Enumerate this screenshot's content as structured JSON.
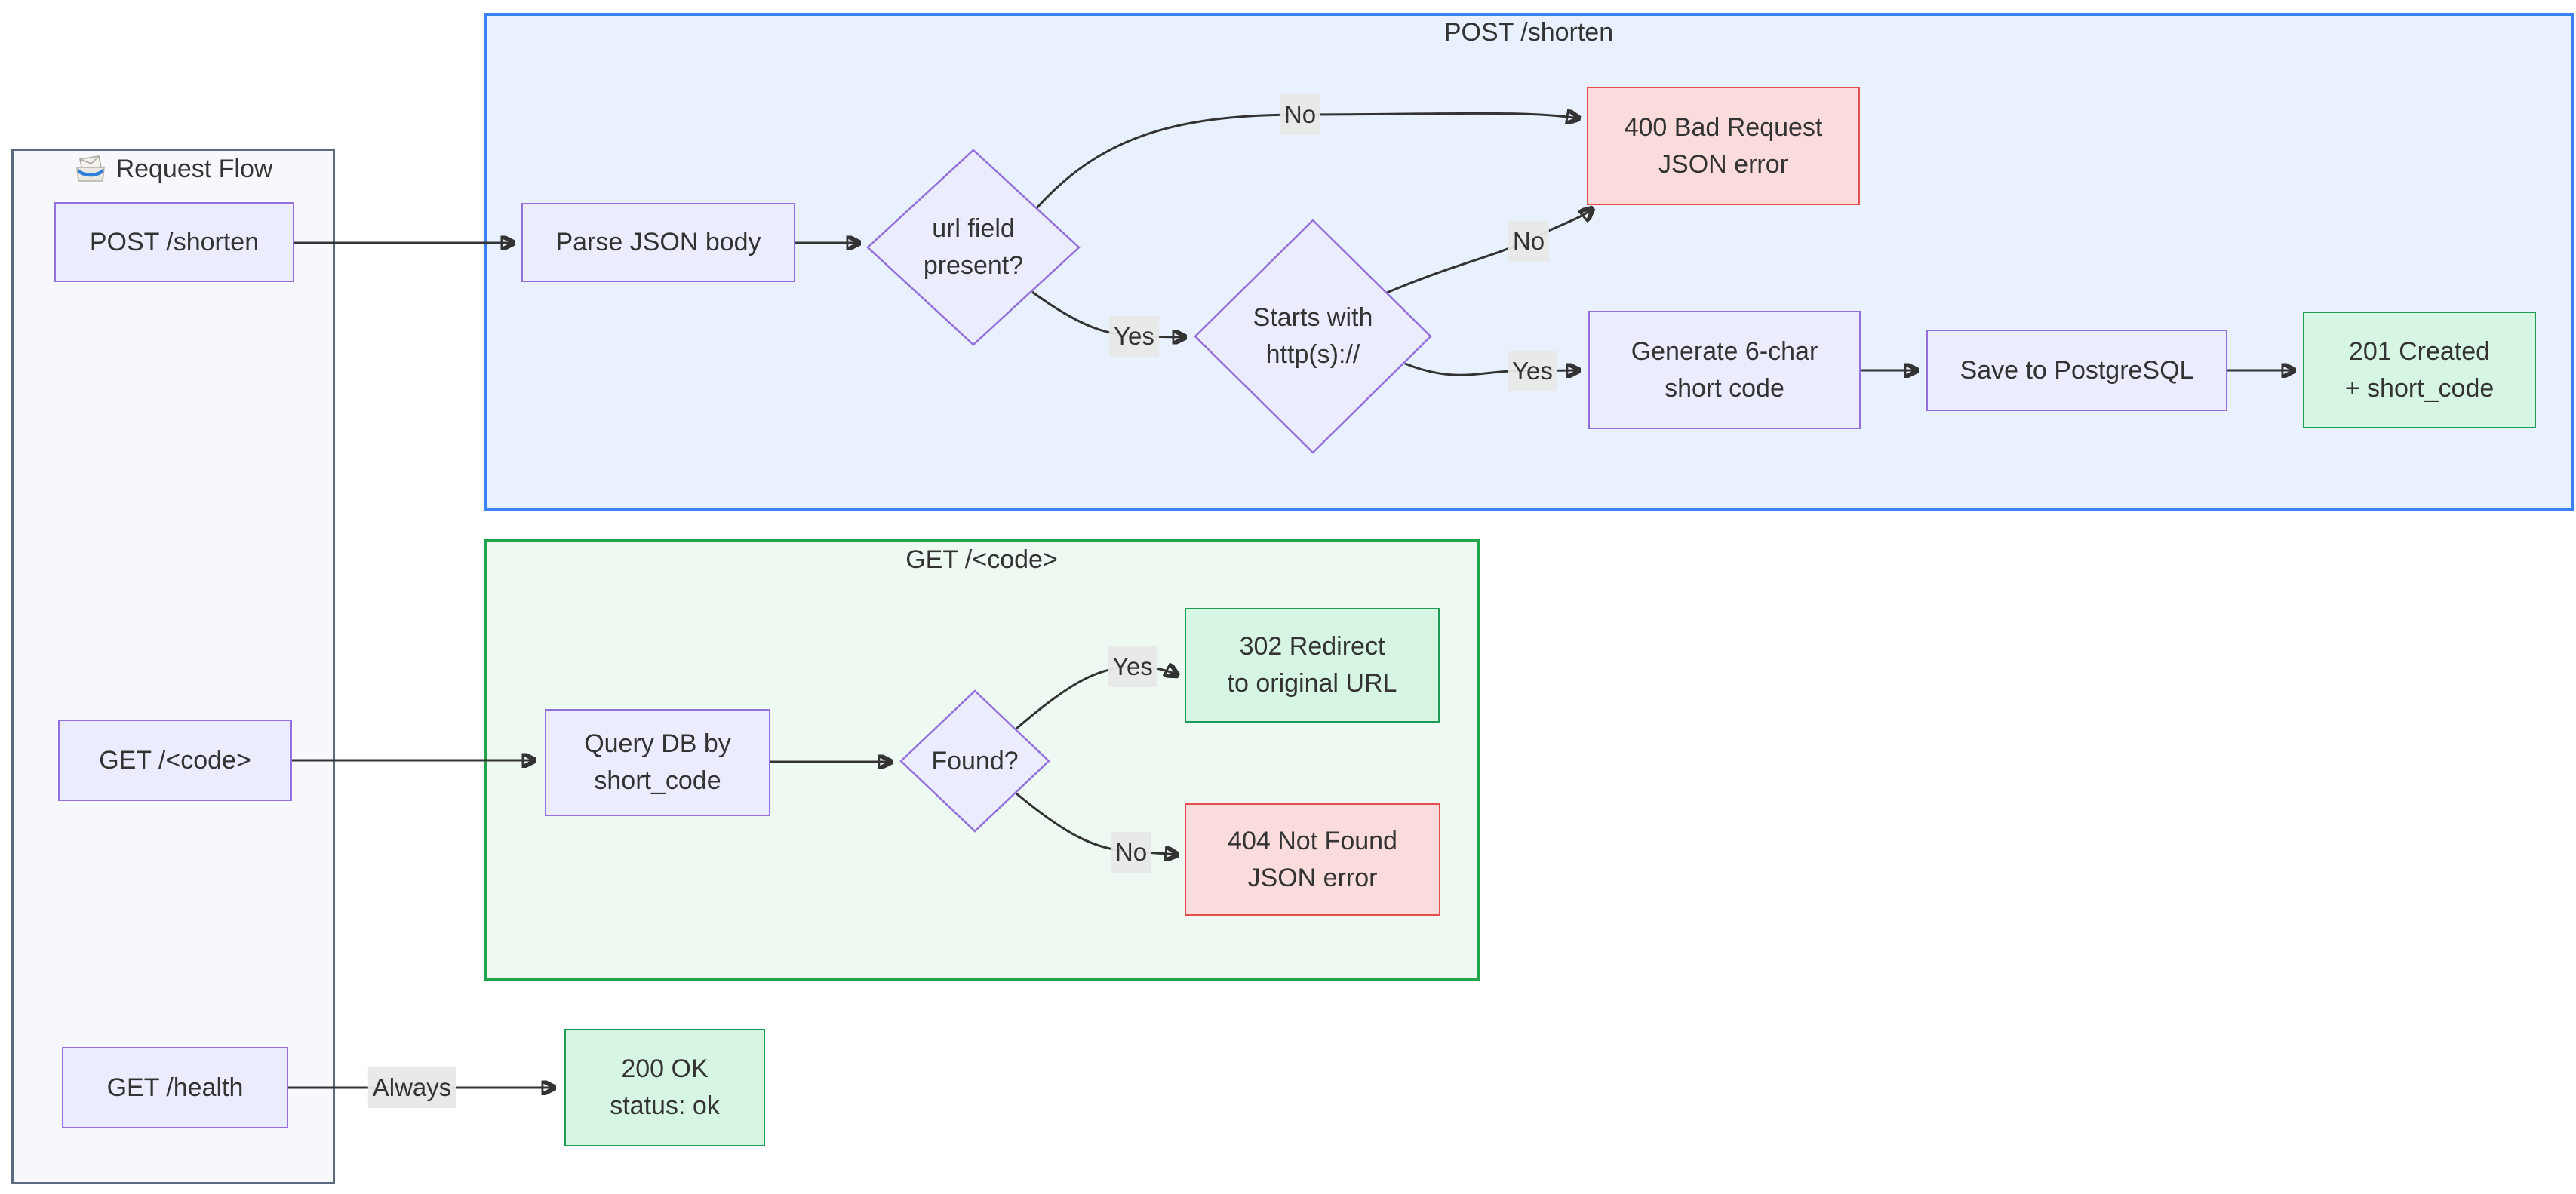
{
  "sidebar": {
    "title": "Request Flow",
    "icon": "incoming-envelope",
    "nodes": {
      "post_shorten": "POST /shorten",
      "get_code": "GET /<code>",
      "get_health": "GET /health"
    }
  },
  "subgraphs": {
    "post": {
      "title": "POST /shorten"
    },
    "get": {
      "title": "GET /<code>"
    }
  },
  "nodes": {
    "parse_json": "Parse JSON body",
    "url_present": [
      "url field",
      "present?"
    ],
    "bad_request": [
      "400 Bad Request",
      "JSON error"
    ],
    "starts_with": [
      "Starts with",
      "http(s)://"
    ],
    "gen_code": [
      "Generate 6-char",
      "short code"
    ],
    "save_pg": "Save to PostgreSQL",
    "created": [
      "201 Created",
      "+ short_code"
    ],
    "query_db": [
      "Query DB by",
      "short_code"
    ],
    "found": "Found?",
    "redirect": [
      "302 Redirect",
      "to original URL"
    ],
    "not_found": [
      "404 Not Found",
      "JSON error"
    ],
    "ok": [
      "200 OK",
      "status: ok"
    ]
  },
  "edge_labels": {
    "url_no": "No",
    "url_yes": "Yes",
    "starts_no": "No",
    "starts_yes": "Yes",
    "found_yes": "Yes",
    "found_no": "No",
    "health_always": "Always"
  },
  "colors": {
    "process_fill": "#ececff",
    "process_border": "#9370db",
    "success_fill": "#d6f5e2",
    "success_border": "#1a9e55",
    "error_fill": "#fbdcdc",
    "error_border": "#e74c4c",
    "post_subgraph_fill": "#e8f1fd",
    "post_subgraph_border": "#3b82f6",
    "get_subgraph_fill": "#edf9f1",
    "get_subgraph_border": "#22a44c",
    "lane_fill": "#f7f8fb",
    "lane_border": "#5c6b80",
    "edge": "#333333",
    "text": "#333333",
    "edge_label_bg": "#e8e8e8"
  }
}
